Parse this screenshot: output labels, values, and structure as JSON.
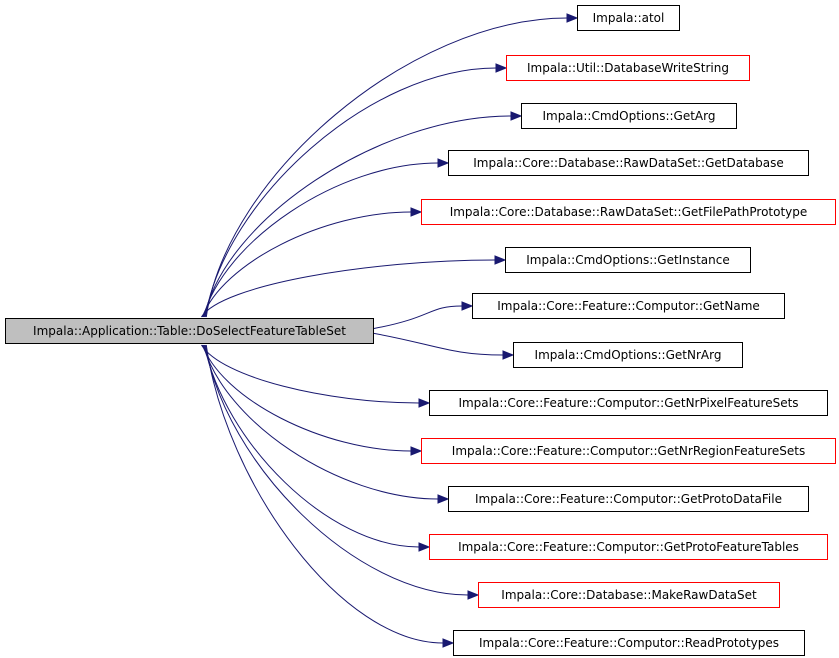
{
  "graph": {
    "root": {
      "label": "Impala::Application::Table::DoSelectFeatureTableSet"
    },
    "edge_color": "#191970",
    "callees": [
      {
        "label": "Impala::atol",
        "documented": true
      },
      {
        "label": "Impala::Util::DatabaseWriteString",
        "documented": false
      },
      {
        "label": "Impala::CmdOptions::GetArg",
        "documented": true
      },
      {
        "label": "Impala::Core::Database::RawDataSet::GetDatabase",
        "documented": true
      },
      {
        "label": "Impala::Core::Database::RawDataSet::GetFilePathPrototype",
        "documented": false
      },
      {
        "label": "Impala::CmdOptions::GetInstance",
        "documented": true
      },
      {
        "label": "Impala::Core::Feature::Computor::GetName",
        "documented": true
      },
      {
        "label": "Impala::CmdOptions::GetNrArg",
        "documented": true
      },
      {
        "label": "Impala::Core::Feature::Computor::GetNrPixelFeatureSets",
        "documented": true
      },
      {
        "label": "Impala::Core::Feature::Computor::GetNrRegionFeatureSets",
        "documented": false
      },
      {
        "label": "Impala::Core::Feature::Computor::GetProtoDataFile",
        "documented": true
      },
      {
        "label": "Impala::Core::Feature::Computor::GetProtoFeatureTables",
        "documented": false
      },
      {
        "label": "Impala::Core::Database::MakeRawDataSet",
        "documented": false
      },
      {
        "label": "Impala::Core::Feature::Computor::ReadPrototypes",
        "documented": true
      }
    ]
  }
}
